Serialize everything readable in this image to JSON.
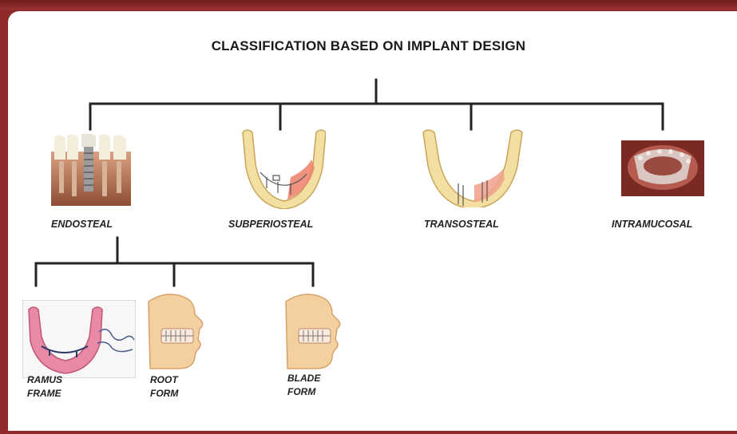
{
  "title": "CLASSIFICATION BASED ON IMPLANT DESIGN",
  "categories": [
    {
      "id": "endosteal",
      "label": "ENDOSTEAL"
    },
    {
      "id": "subperiosteal",
      "label": "SUBPERIOSTEAL"
    },
    {
      "id": "transosteal",
      "label": "TRANSOSTEAL"
    },
    {
      "id": "intramucosal",
      "label": "INTRAMUCOSAL"
    }
  ],
  "subcategories": [
    {
      "id": "ramus-frame",
      "line1": "RAMUS",
      "line2": "FRAME"
    },
    {
      "id": "root-form",
      "line1": "ROOT",
      "line2": "FORM"
    },
    {
      "id": "blade-form",
      "line1": "BLADE",
      "line2": "FORM"
    }
  ],
  "colors": {
    "frame": "#8e2a2a",
    "line": "#222222",
    "bone": "#f3dfa2",
    "gum": "#e88a8a",
    "face": "#f4cfa0"
  }
}
